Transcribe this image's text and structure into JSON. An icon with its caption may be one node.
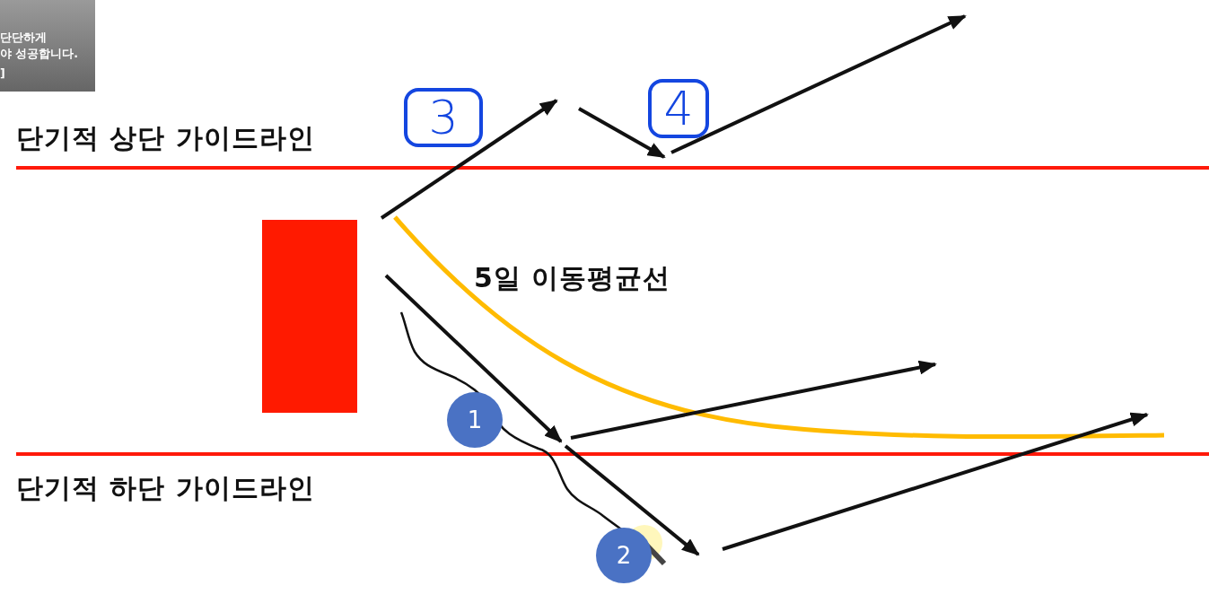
{
  "diagram": {
    "nodes": [
      {
        "text": [],
        "shape": "bar"
      }
    ],
    "labels": [
      "단단하게",
      "야 성공합니다.",
      "]",
      "3",
      "4",
      "단기적 상단 가이드라인",
      "5일 이동평균선",
      "1",
      "단기적 하단 가이드라인",
      "2"
    ]
  }
}
